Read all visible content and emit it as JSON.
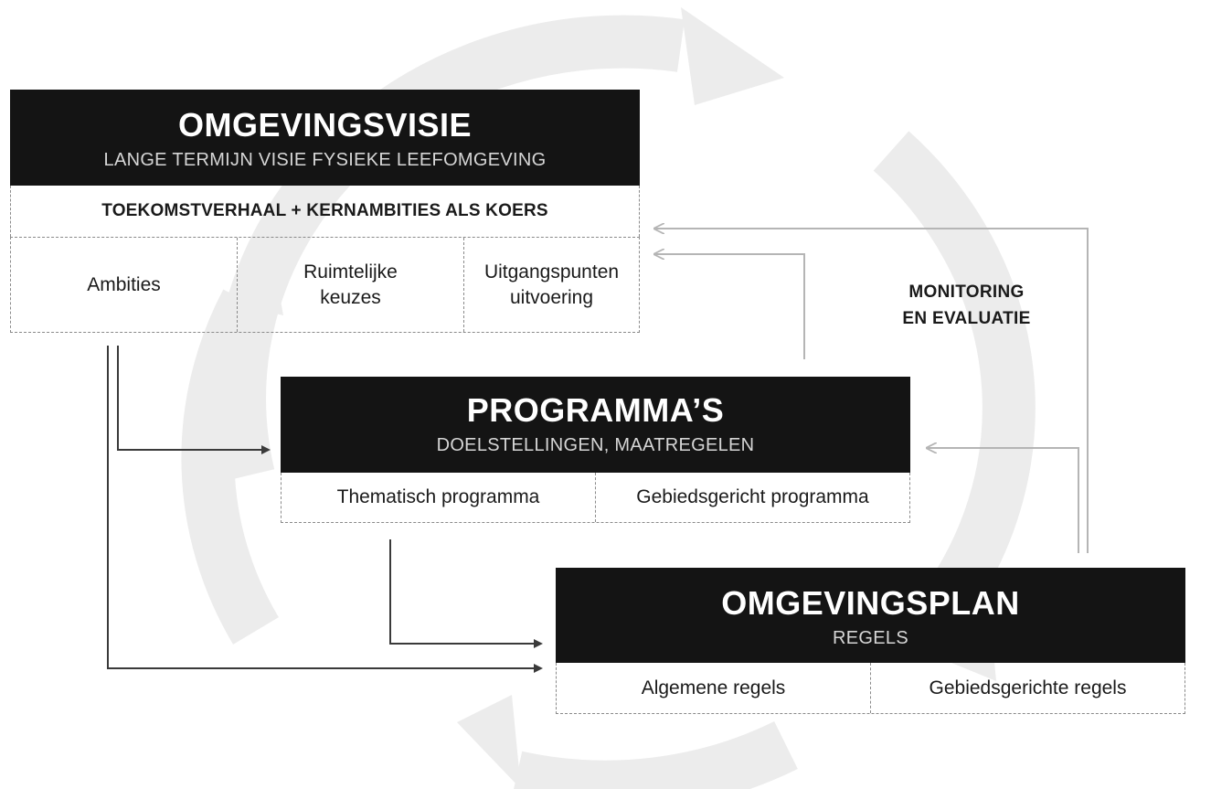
{
  "omgevingsvisie": {
    "title": "OMGEVINGSVISIE",
    "subtitle": "LANGE TERMIJN VISIE FYSIEKE LEEFOMGEVING",
    "banner": "TOEKOMSTVERHAAL + KERNAMBITIES ALS KOERS",
    "cells": [
      "Ambities",
      "Ruimtelijke keuzes",
      "Uitgangspunten uitvoering"
    ]
  },
  "programmas": {
    "title": "PROGRAMMA’S",
    "subtitle": "DOELSTELLINGEN, MAATREGELEN",
    "cells": [
      "Thematisch programma",
      "Gebiedsgericht programma"
    ]
  },
  "omgevingsplan": {
    "title": "OMGEVINGSPLAN",
    "subtitle": "REGELS",
    "cells": [
      "Algemene regels",
      "Gebiedsgerichte regels"
    ]
  },
  "cycle": {
    "line1": "MONITORING",
    "line2": "EN EVALUATIE"
  },
  "colors": {
    "header_bg": "#141414",
    "cycle_arrow": "#ececec",
    "feedback_arrow": "#b5b5b5",
    "flow_arrow": "#3a3a3a"
  }
}
